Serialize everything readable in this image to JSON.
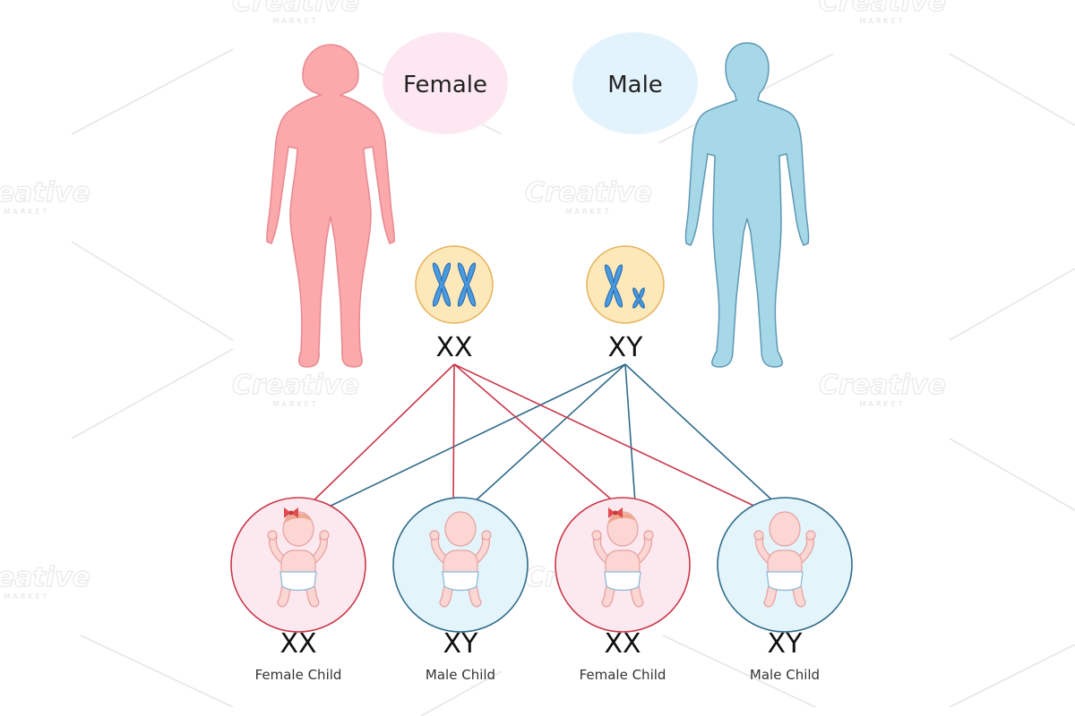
{
  "parents": {
    "female": {
      "label": "Female",
      "genotype": "XX"
    },
    "male": {
      "label": "Male",
      "genotype": "XY"
    }
  },
  "children": [
    {
      "genotype": "XX",
      "label": "Female Child",
      "sex": "female"
    },
    {
      "genotype": "XY",
      "label": "Male Child",
      "sex": "male"
    },
    {
      "genotype": "XX",
      "label": "Female Child",
      "sex": "female"
    },
    {
      "genotype": "XY",
      "label": "Male Child",
      "sex": "male"
    }
  ],
  "watermark": {
    "brand": "Creative",
    "sub": "MARKET"
  },
  "colors": {
    "female_body": "#fba9ab",
    "male_body": "#a6d8e7",
    "female_bubble": "#fde8f2",
    "male_bubble": "#e3f3fc",
    "chromosome_circle": "#fde8ba",
    "chromosome": "#4a9be0",
    "female_line": "#c8374a",
    "male_line": "#2f6b8a",
    "female_child_fill": "#fce8ef",
    "male_child_fill": "#e3f4fb"
  },
  "icons": {
    "female_figure": "woman-silhouette-icon",
    "male_figure": "man-silhouette-icon",
    "chromosome": "chromosome-icon",
    "baby": "baby-icon",
    "bow": "hair-bow-icon"
  }
}
